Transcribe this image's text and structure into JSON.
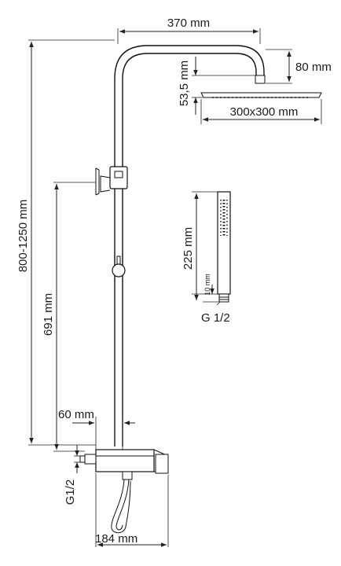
{
  "dimensions": {
    "arm_length": "370 mm",
    "drop": "80 mm",
    "head_thickness": "53,5 mm",
    "head_size": "300x300 mm",
    "total_height": "800-1250 mm",
    "hand_shower_length": "225 mm",
    "hand_shower_thread_depth": "10 mm",
    "hand_shower_thread": "G 1/2",
    "holder_height": "691 mm",
    "inlet_offset": "60 mm",
    "inlet_thread": "G1/2",
    "mixer_width": "184 mm"
  }
}
